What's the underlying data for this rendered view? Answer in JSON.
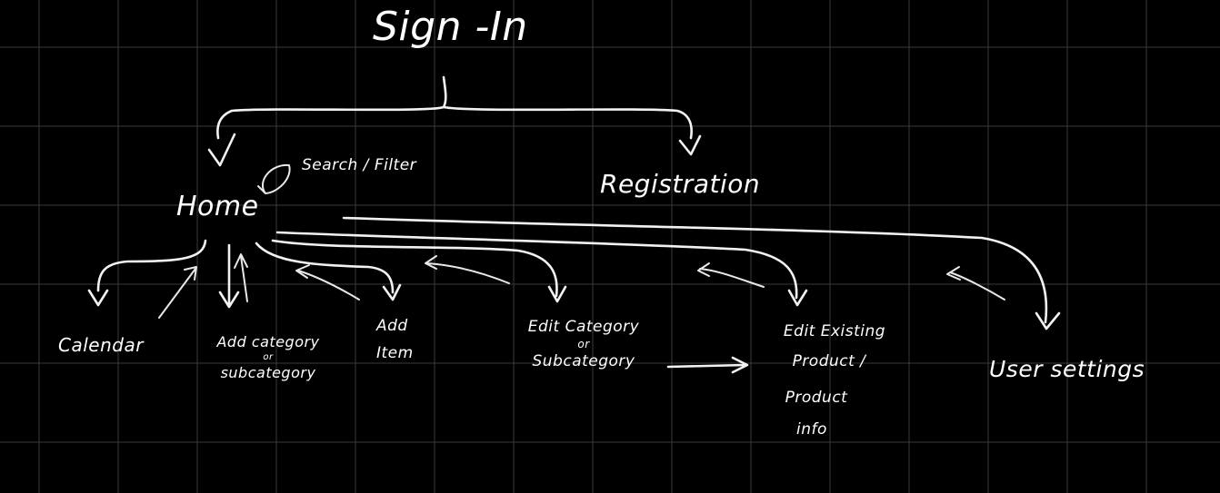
{
  "nodes": {
    "signin": "Sign -In",
    "home": "Home",
    "search": "Search / Filter",
    "registration": "Registration",
    "calendar": "Calendar",
    "add_category": [
      "Add category",
      "or",
      "subcategory"
    ],
    "add_item": [
      "Add",
      "Item"
    ],
    "edit_category": [
      "Edit Category",
      "or",
      "Subcategory"
    ],
    "edit_product": [
      "Edit Existing",
      "Product /",
      "Product",
      "info"
    ],
    "user_settings": "User settings"
  },
  "colors": {
    "background": "#000000",
    "ink": "#ffffff",
    "grid": "#3a3a3a"
  }
}
